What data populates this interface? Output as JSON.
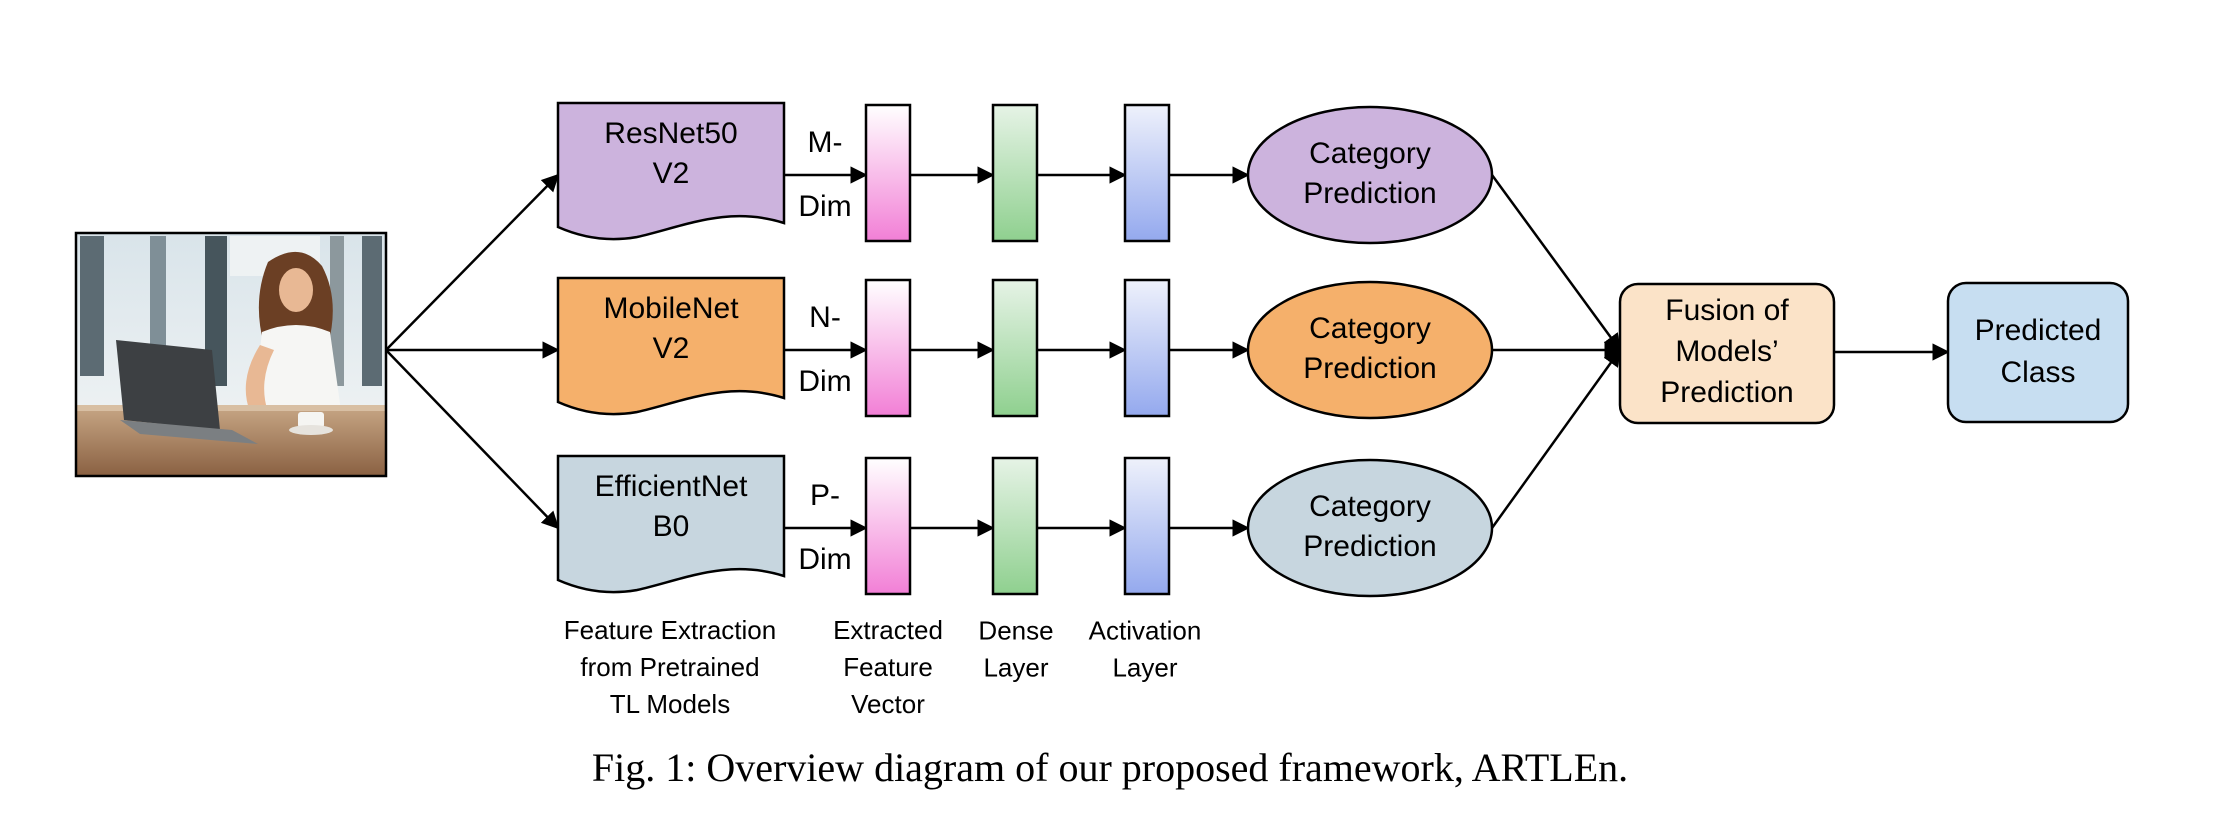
{
  "input_photo": {
    "icon": "woman-with-laptop-photo"
  },
  "models": [
    {
      "name_lines": [
        "ResNet50",
        "V2"
      ],
      "dim_lines": [
        "M-",
        "Dim"
      ],
      "color": "#ccb3dd"
    },
    {
      "name_lines": [
        "MobileNet",
        "V2"
      ],
      "dim_lines": [
        "N-",
        "Dim"
      ],
      "color": "#f5b06b"
    },
    {
      "name_lines": [
        "EfficientNet",
        "B0"
      ],
      "dim_lines": [
        "P-",
        "Dim"
      ],
      "color": "#c7d6df"
    }
  ],
  "category_prediction": {
    "lines": [
      "Category",
      "Prediction"
    ],
    "colors": [
      "#ccb3dd",
      "#f5b06b",
      "#c7d6df"
    ]
  },
  "fusion": {
    "lines": [
      "Fusion of",
      "Models’",
      "Prediction"
    ],
    "color": "#fbe3c8"
  },
  "output": {
    "lines": [
      "Predicted",
      "Class"
    ],
    "color": "#c7def1"
  },
  "layer_colors": {
    "feature_vector": [
      "#ffffff",
      "#f27fd6"
    ],
    "dense": [
      "#e6f3e6",
      "#8fd08f"
    ],
    "activation": [
      "#eef1fb",
      "#94a9ee"
    ]
  },
  "column_captions": {
    "feature_extraction": [
      "Feature Extraction",
      "from Pretrained",
      "TL Models"
    ],
    "extracted_vector": [
      "Extracted",
      "Feature",
      "Vector"
    ],
    "dense": [
      "Dense",
      "Layer"
    ],
    "activation": [
      "Activation",
      "Layer"
    ]
  },
  "figure_caption": "Fig. 1: Overview diagram of our proposed framework, ARTLEn."
}
